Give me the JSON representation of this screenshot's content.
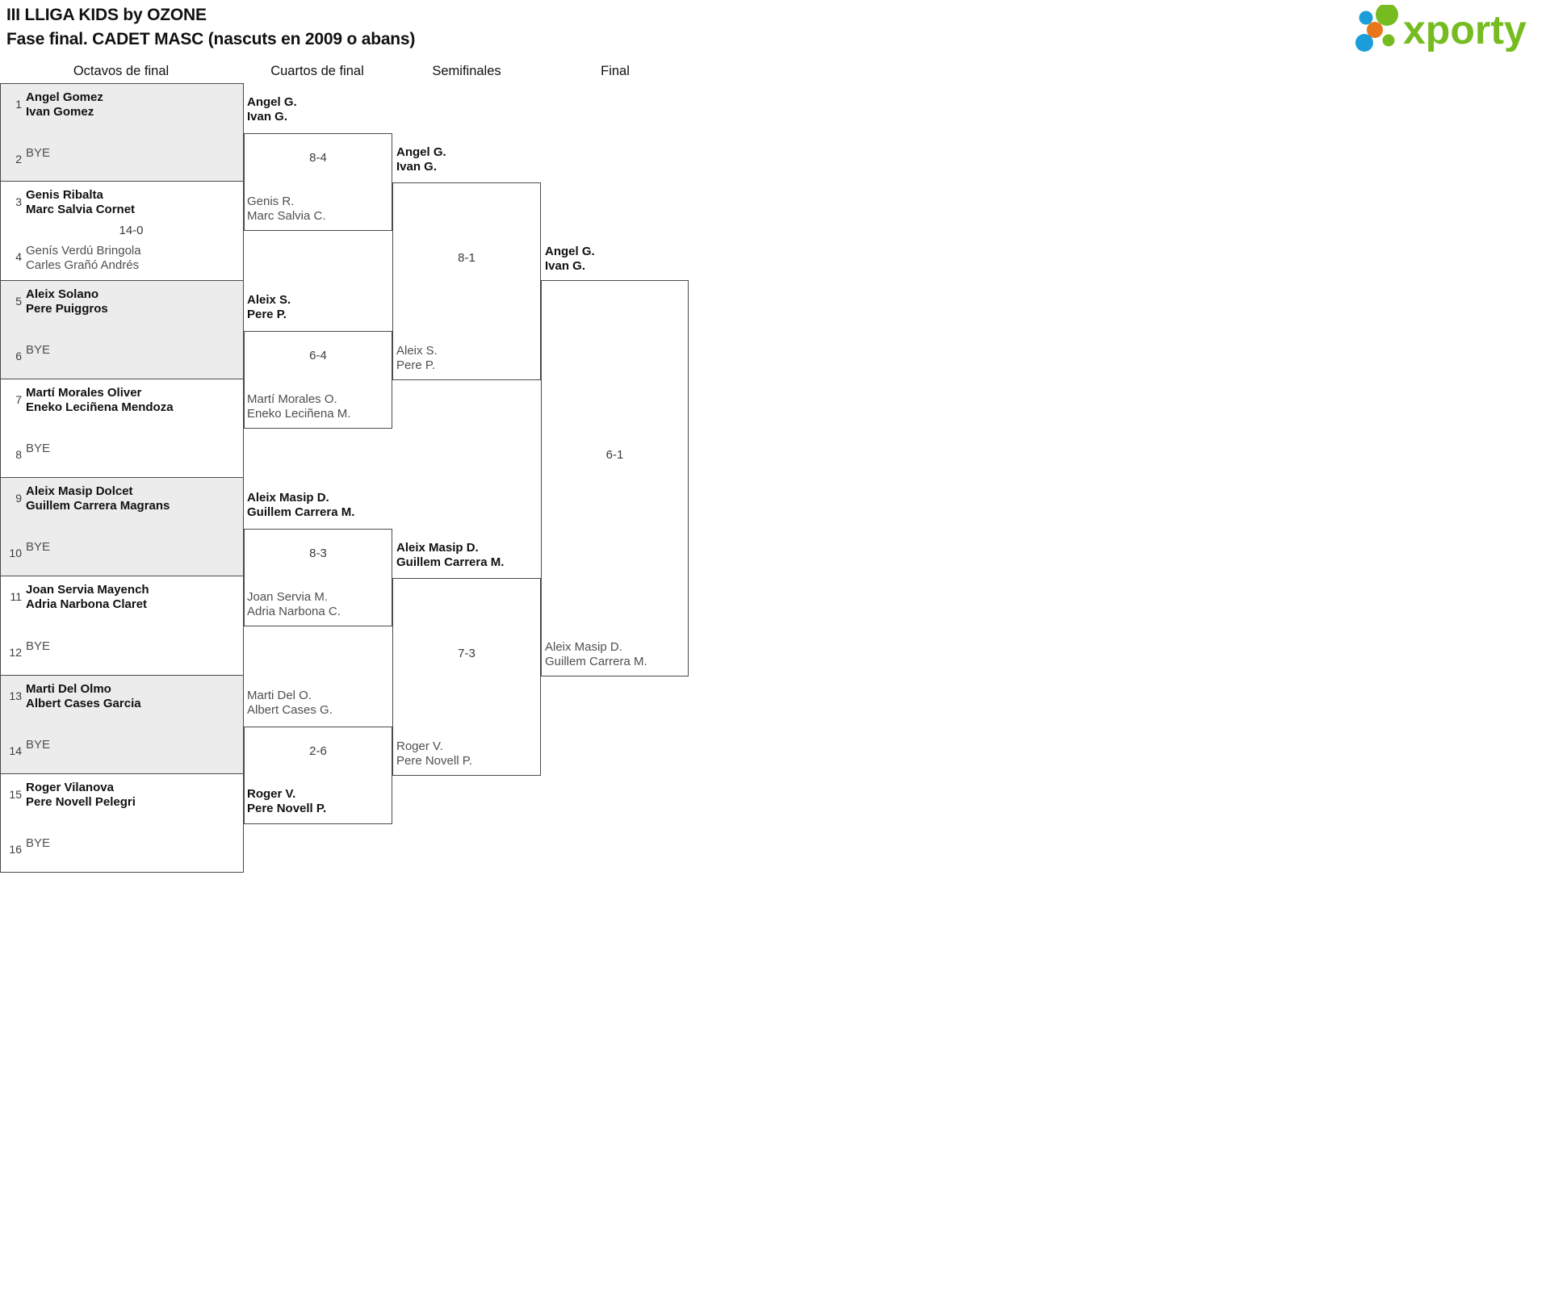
{
  "header": {
    "title_line1": "III LLIGA KIDS by OZONE",
    "title_line2": "Fase final. CADET MASC (nascuts en 2009 o abans)",
    "logo_text": "xporty",
    "logo_colors": {
      "green": "#76bc21",
      "blue": "#1b9dd9",
      "orange": "#e8761a"
    }
  },
  "rounds": [
    {
      "label": "Octavos de final"
    },
    {
      "label": "Cuartos de final"
    },
    {
      "label": "Semifinales"
    },
    {
      "label": "Final"
    }
  ],
  "round1": {
    "pairs": [
      {
        "shaded": true,
        "score": "",
        "top": {
          "seed": "1",
          "p1": "Angel Gomez",
          "p2": "Ivan Gomez",
          "state": "win"
        },
        "bottom": {
          "seed": "2",
          "p1": "BYE",
          "p2": "",
          "state": "bye"
        }
      },
      {
        "shaded": false,
        "score": "14-0",
        "top": {
          "seed": "3",
          "p1": "Genis Ribalta",
          "p2": "Marc Salvia Cornet",
          "state": "win"
        },
        "bottom": {
          "seed": "4",
          "p1": "Genís Verdú Bringola",
          "p2": "Carles Grañó Andrés",
          "state": "lose"
        }
      },
      {
        "shaded": true,
        "score": "",
        "top": {
          "seed": "5",
          "p1": "Aleix Solano",
          "p2": "Pere Puiggros",
          "state": "win"
        },
        "bottom": {
          "seed": "6",
          "p1": "BYE",
          "p2": "",
          "state": "bye"
        }
      },
      {
        "shaded": false,
        "score": "",
        "top": {
          "seed": "7",
          "p1": "Martí Morales Oliver",
          "p2": "Eneko Leciñena Mendoza",
          "state": "win"
        },
        "bottom": {
          "seed": "8",
          "p1": "BYE",
          "p2": "",
          "state": "bye"
        }
      },
      {
        "shaded": true,
        "score": "",
        "top": {
          "seed": "9",
          "p1": "Aleix Masip Dolcet",
          "p2": "Guillem Carrera Magrans",
          "state": "win"
        },
        "bottom": {
          "seed": "10",
          "p1": "BYE",
          "p2": "",
          "state": "bye"
        }
      },
      {
        "shaded": false,
        "score": "",
        "top": {
          "seed": "11",
          "p1": "Joan Servia Mayench",
          "p2": "Adria Narbona Claret",
          "state": "win"
        },
        "bottom": {
          "seed": "12",
          "p1": "BYE",
          "p2": "",
          "state": "bye"
        }
      },
      {
        "shaded": true,
        "score": "",
        "top": {
          "seed": "13",
          "p1": "Marti Del Olmo",
          "p2": "Albert Cases Garcia",
          "state": "win"
        },
        "bottom": {
          "seed": "14",
          "p1": "BYE",
          "p2": "",
          "state": "bye"
        }
      },
      {
        "shaded": false,
        "score": "",
        "top": {
          "seed": "15",
          "p1": "Roger Vilanova",
          "p2": "Pere Novell Pelegri",
          "state": "win"
        },
        "bottom": {
          "seed": "16",
          "p1": "BYE",
          "p2": "",
          "state": "bye"
        }
      }
    ]
  },
  "quarterfinals": [
    {
      "score": "8-4",
      "top": {
        "p1": "Angel G.",
        "p2": "Ivan G.",
        "state": "win"
      },
      "bottom": {
        "p1": "Genis R.",
        "p2": "Marc Salvia C.",
        "state": "lose"
      }
    },
    {
      "score": "6-4",
      "top": {
        "p1": "Aleix S.",
        "p2": "Pere P.",
        "state": "win"
      },
      "bottom": {
        "p1": "Martí Morales O.",
        "p2": "Eneko Leciñena M.",
        "state": "lose"
      }
    },
    {
      "score": "8-3",
      "top": {
        "p1": "Aleix Masip D.",
        "p2": "Guillem Carrera M.",
        "state": "win"
      },
      "bottom": {
        "p1": "Joan Servia M.",
        "p2": "Adria Narbona C.",
        "state": "lose"
      }
    },
    {
      "score": "2-6",
      "top": {
        "p1": "Marti Del O.",
        "p2": "Albert Cases G.",
        "state": "lose"
      },
      "bottom": {
        "p1": "Roger V.",
        "p2": "Pere Novell P.",
        "state": "win"
      }
    }
  ],
  "semifinals": [
    {
      "score": "8-1",
      "top": {
        "p1": "Angel G.",
        "p2": "Ivan G.",
        "state": "win"
      },
      "bottom": {
        "p1": "Aleix S.",
        "p2": "Pere P.",
        "state": "lose"
      }
    },
    {
      "score": "7-3",
      "top": {
        "p1": "Aleix Masip D.",
        "p2": "Guillem Carrera M.",
        "state": "win"
      },
      "bottom": {
        "p1": "Roger V.",
        "p2": "Pere Novell P.",
        "state": "lose"
      }
    }
  ],
  "final": {
    "score": "6-1",
    "top": {
      "p1": "Angel G.",
      "p2": "Ivan G.",
      "state": "win"
    },
    "bottom": {
      "p1": "Aleix Masip D.",
      "p2": "Guillem Carrera M.",
      "state": "lose"
    }
  }
}
